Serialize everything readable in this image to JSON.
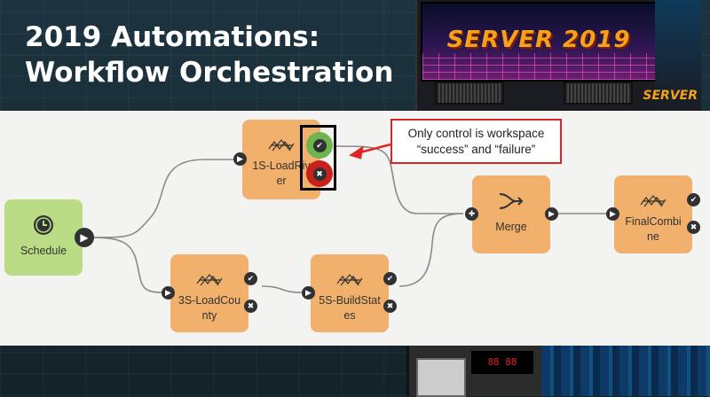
{
  "slide": {
    "title_line1": "2019 Automations:",
    "title_line2": "Workflow Orchestration",
    "marquee": "SERVER 2019",
    "side_text": "SERVER"
  },
  "callout": {
    "line1": "Only control is workspace",
    "line2": "“success” and “failure”"
  },
  "nodes": {
    "schedule": "Schedule",
    "load_river": "1S-LoadRiv\ner",
    "load_county": "3S-LoadCou\nnty",
    "build_states": "5S-BuildStat\nes",
    "merge": "Merge",
    "final_combine": "FinalCombi\nne"
  },
  "colors": {
    "node_orange": "#f1b06b",
    "node_green": "#b9dc84",
    "success": "#6fb54f",
    "failure": "#c9201c",
    "callout_border": "#e02424"
  },
  "icons": {
    "schedule": "clock-icon",
    "workspace": "workspace-icon",
    "merge": "merge-icon",
    "run_port": "play-icon",
    "success": "check-icon",
    "failure": "x-icon",
    "input": "plus-icon"
  }
}
